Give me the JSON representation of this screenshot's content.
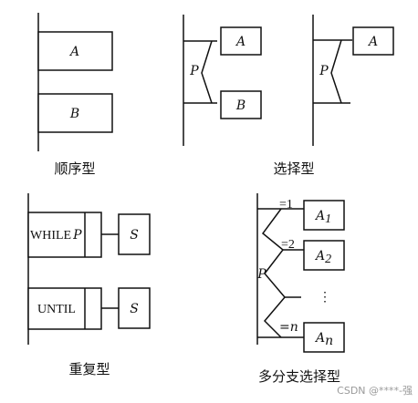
{
  "sequence": {
    "box_a": "A",
    "box_b": "B",
    "caption": "顺序型"
  },
  "selection": {
    "box_a": "A",
    "box_b": "B",
    "cond": "P",
    "cond2": "P",
    "box_a2": "A",
    "caption": "选择型"
  },
  "repetition": {
    "while_text": "WHILE",
    "while_p": "P",
    "s1": "S",
    "until_text": "UNTIL",
    "s2": "S",
    "caption": "重复型"
  },
  "multibranch": {
    "eq1": "=1",
    "eq2": "=2",
    "eqn": "=n",
    "a1_base": "A",
    "a1_sub": "1",
    "a2_base": "A",
    "a2_sub": "2",
    "an_base": "A",
    "an_sub": "n",
    "cond": "P",
    "dots": "⋮",
    "caption": "多分支选择型"
  },
  "watermark": "CSDN @****-强"
}
